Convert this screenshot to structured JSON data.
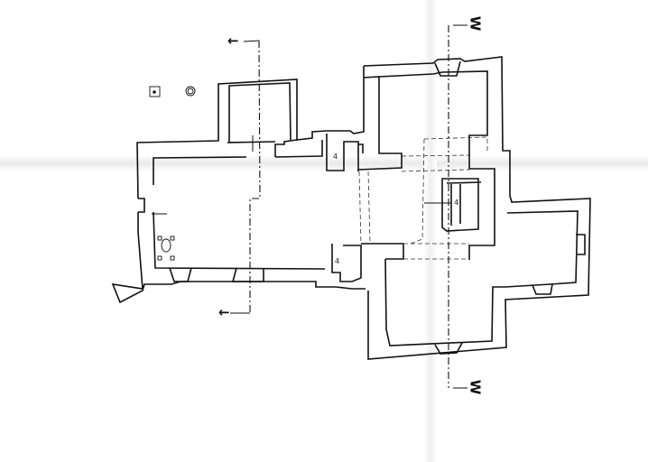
{
  "drawing": {
    "type": "architectural floor plan",
    "section_labels": {
      "top_right": "W",
      "bottom_right": "W"
    },
    "section_arrows": {
      "top_left": "←",
      "bottom_left": "←"
    },
    "room_numbers": [
      "4",
      "4",
      "4"
    ],
    "colors": {
      "ink": "#111111",
      "paper": "#ffffff",
      "fold": "#e6e6e6"
    }
  }
}
